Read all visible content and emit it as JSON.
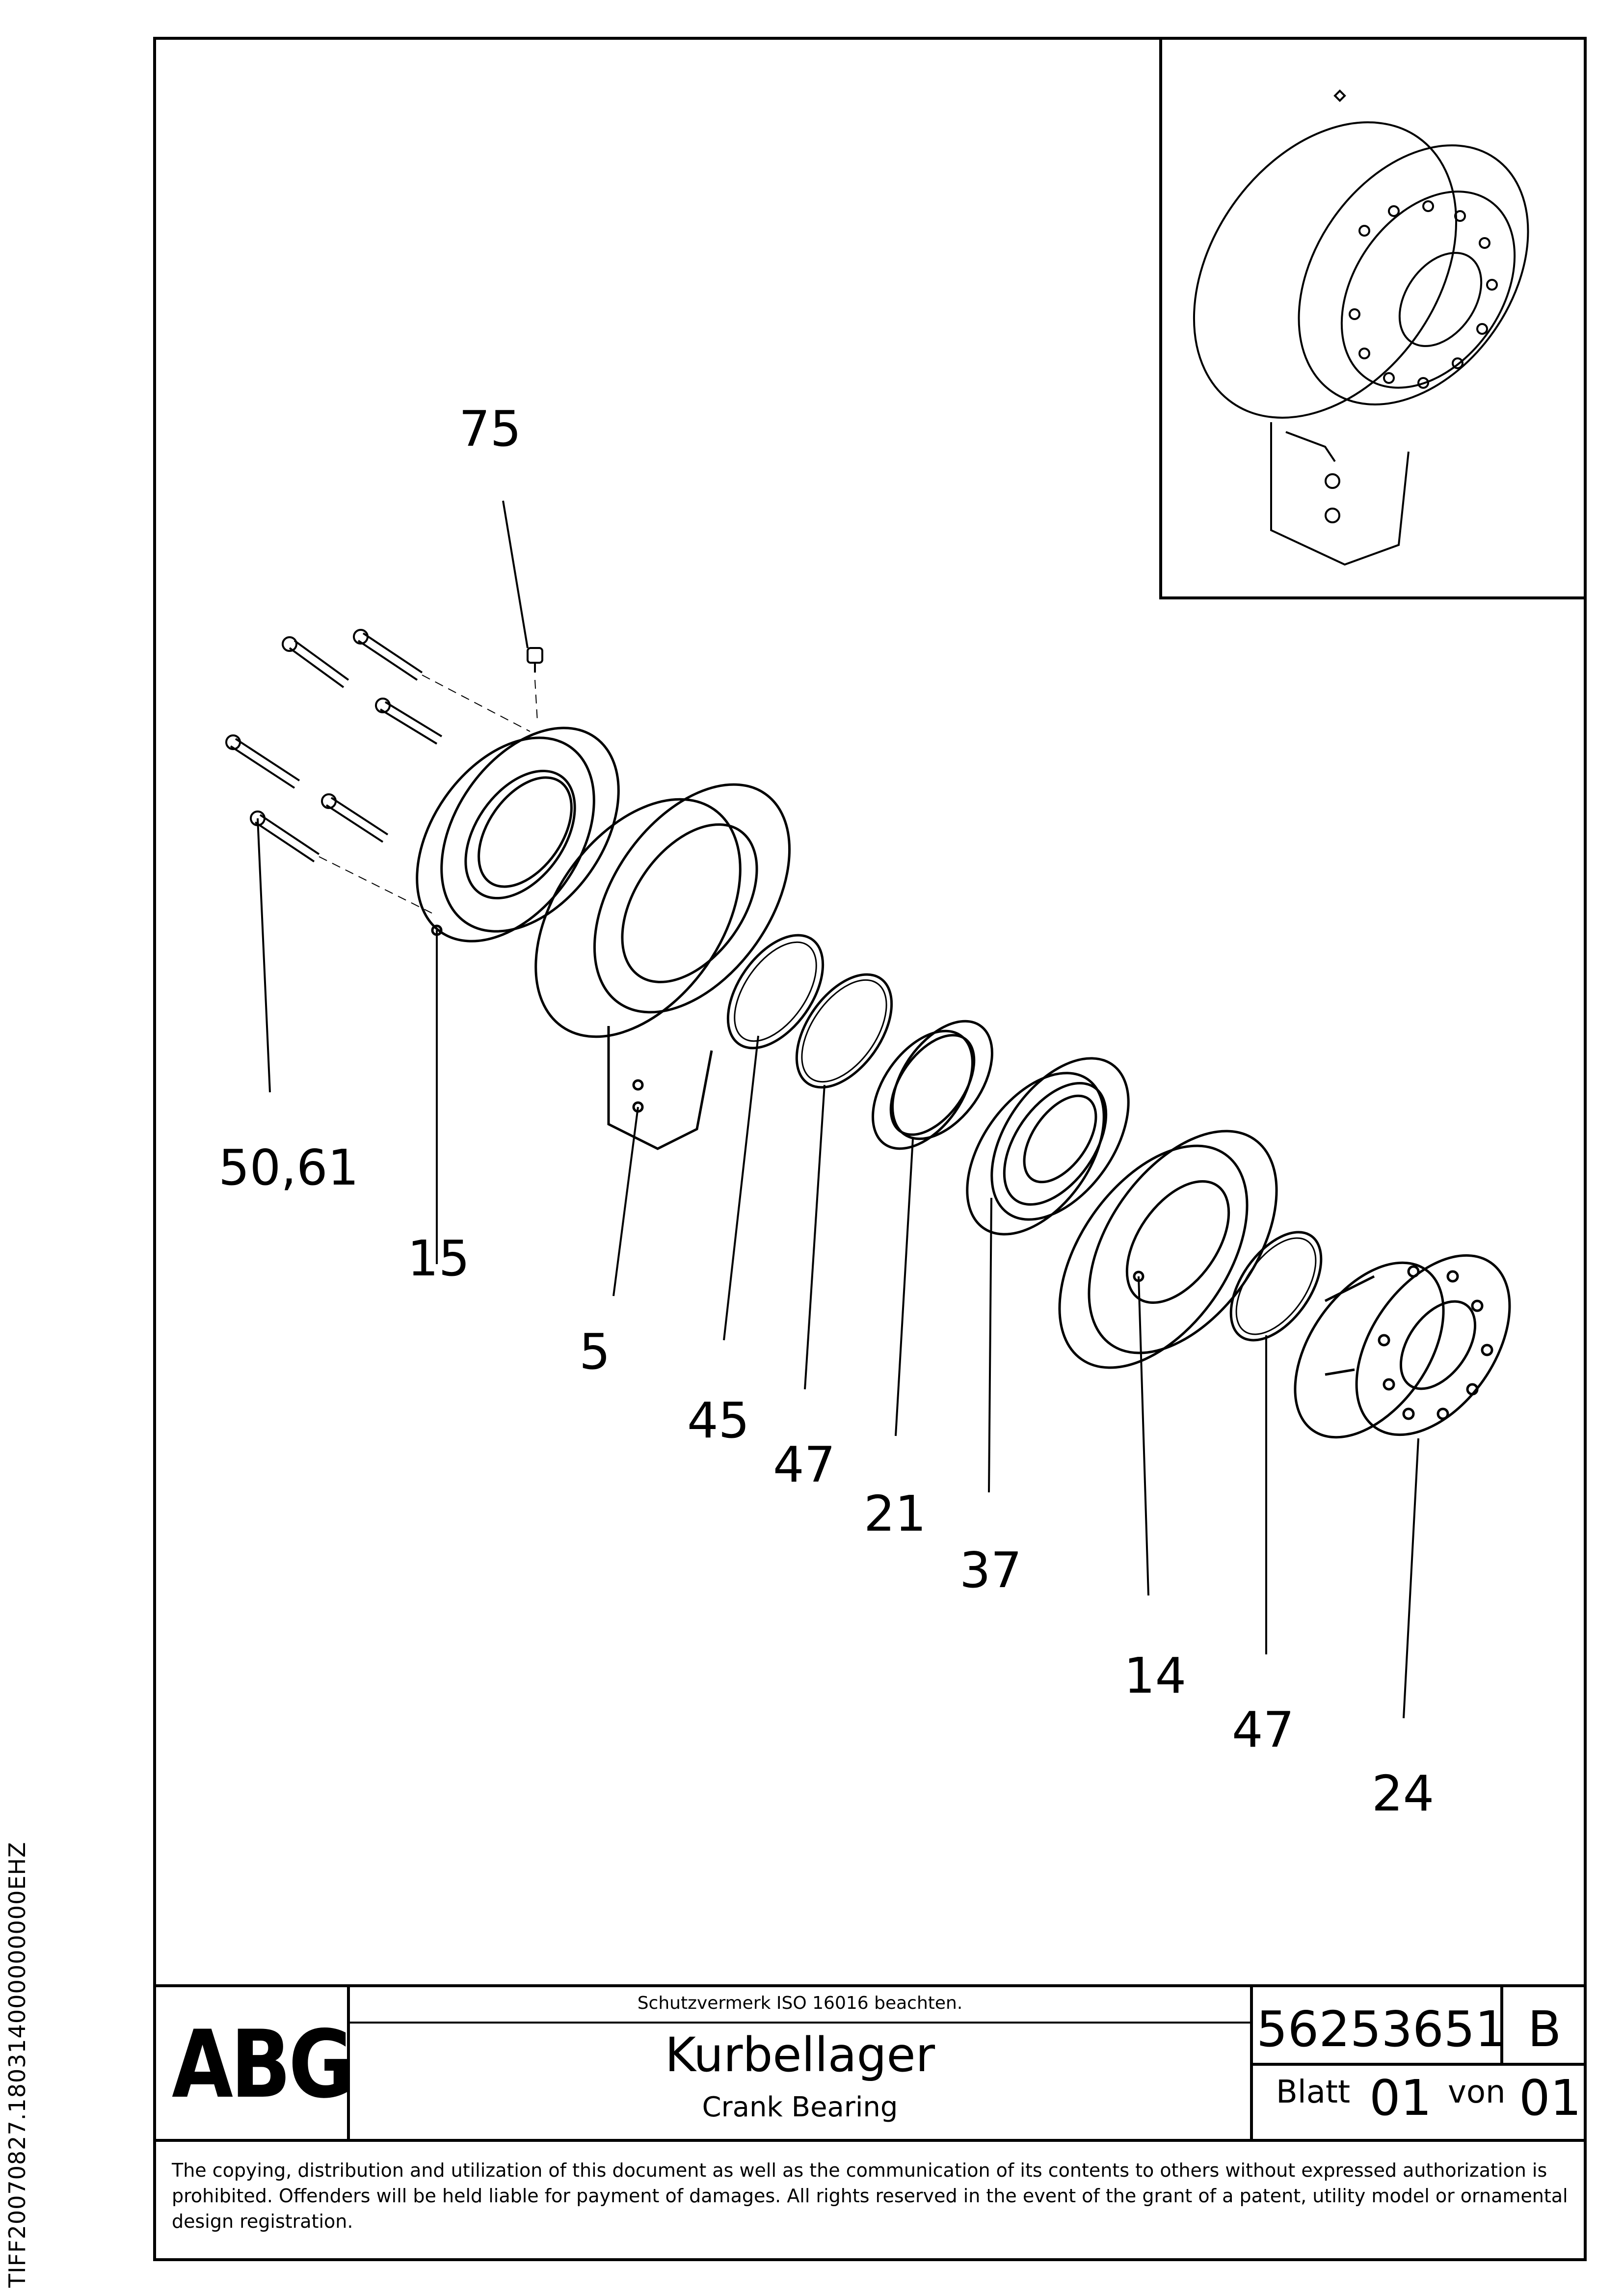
{
  "side_code": "TIFF20070827.180314000000000EHZ",
  "callouts": {
    "c75": "75",
    "c5061": "50,61",
    "c15": "15",
    "c5": "5",
    "c45": "45",
    "c47a": "47",
    "c21": "21",
    "c37": "37",
    "c14": "14",
    "c47b": "47",
    "c24": "24"
  },
  "title_block": {
    "logo": "ABG",
    "notice": "Schutzvermerk ISO 16016 beachten.",
    "title_de": "Kurbellager",
    "title_en": "Crank Bearing",
    "doc_number": "56253651",
    "revision": "B",
    "sheet_label": "Blatt",
    "sheet_number": "01",
    "of_label": "von",
    "of_number": "01"
  },
  "disclaimer": "The copying, distribution and utilization of this document as well as the communication of its contents to others without expressed authorization is prohibited. Offenders will be held liable for payment of damages. All rights reserved in the event of the grant of a patent, utility model or ornamental design registration."
}
